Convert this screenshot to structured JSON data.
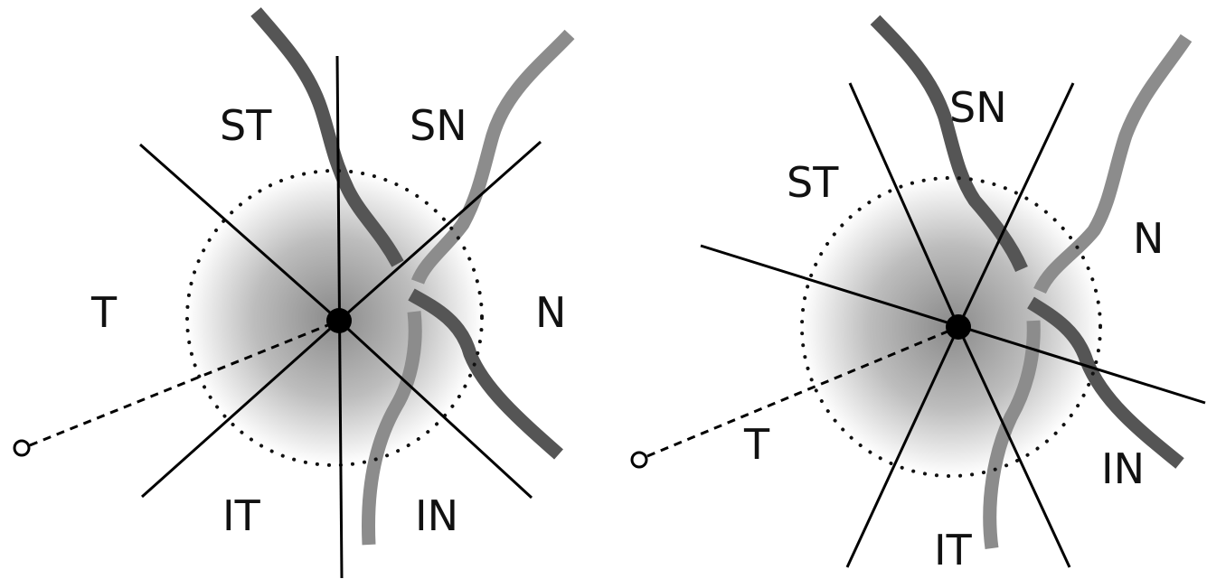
{
  "panels": [
    {
      "labels": {
        "st": "ST",
        "sn": "SN",
        "t": "T",
        "n": "N",
        "it": "IT",
        "in": "IN"
      }
    },
    {
      "labels": {
        "st": "ST",
        "sn": "SN",
        "t": "T",
        "n": "N",
        "it": "IT",
        "in": "IN"
      }
    }
  ],
  "colors": {
    "sector_lines": "#000000",
    "vessel_dark": "#555555",
    "vessel_light": "#8c8c8c",
    "disc_center": "#8a8a8a",
    "background": "#ffffff"
  }
}
